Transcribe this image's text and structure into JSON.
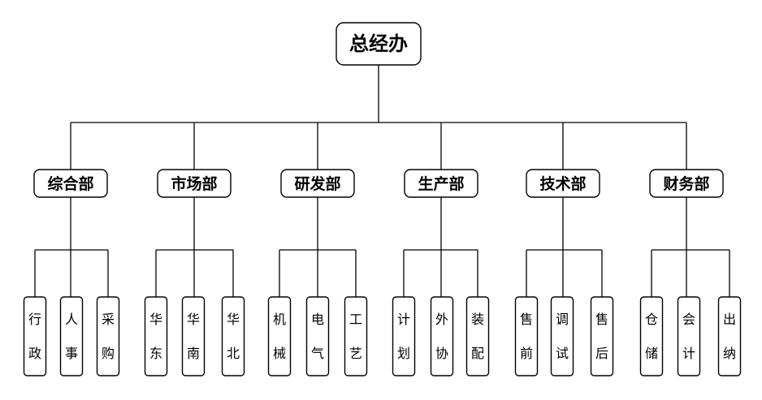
{
  "root": {
    "label": "总经办"
  },
  "departments": [
    {
      "label": "综合部",
      "units": [
        [
          "行",
          "政"
        ],
        [
          "人",
          "事"
        ],
        [
          "采",
          "购"
        ]
      ]
    },
    {
      "label": "市场部",
      "units": [
        [
          "华",
          "东"
        ],
        [
          "华",
          "南"
        ],
        [
          "华",
          "北"
        ]
      ]
    },
    {
      "label": "研发部",
      "units": [
        [
          "机",
          "械"
        ],
        [
          "电",
          "气"
        ],
        [
          "工",
          "艺"
        ]
      ]
    },
    {
      "label": "生产部",
      "units": [
        [
          "计",
          "划"
        ],
        [
          "外",
          "协"
        ],
        [
          "装",
          "配"
        ]
      ]
    },
    {
      "label": "技术部",
      "units": [
        [
          "售",
          "前"
        ],
        [
          "调",
          "试"
        ],
        [
          "售",
          "后"
        ]
      ]
    },
    {
      "label": "财务部",
      "units": [
        [
          "仓",
          "储"
        ],
        [
          "会",
          "计"
        ],
        [
          "出",
          "纳"
        ]
      ]
    }
  ]
}
